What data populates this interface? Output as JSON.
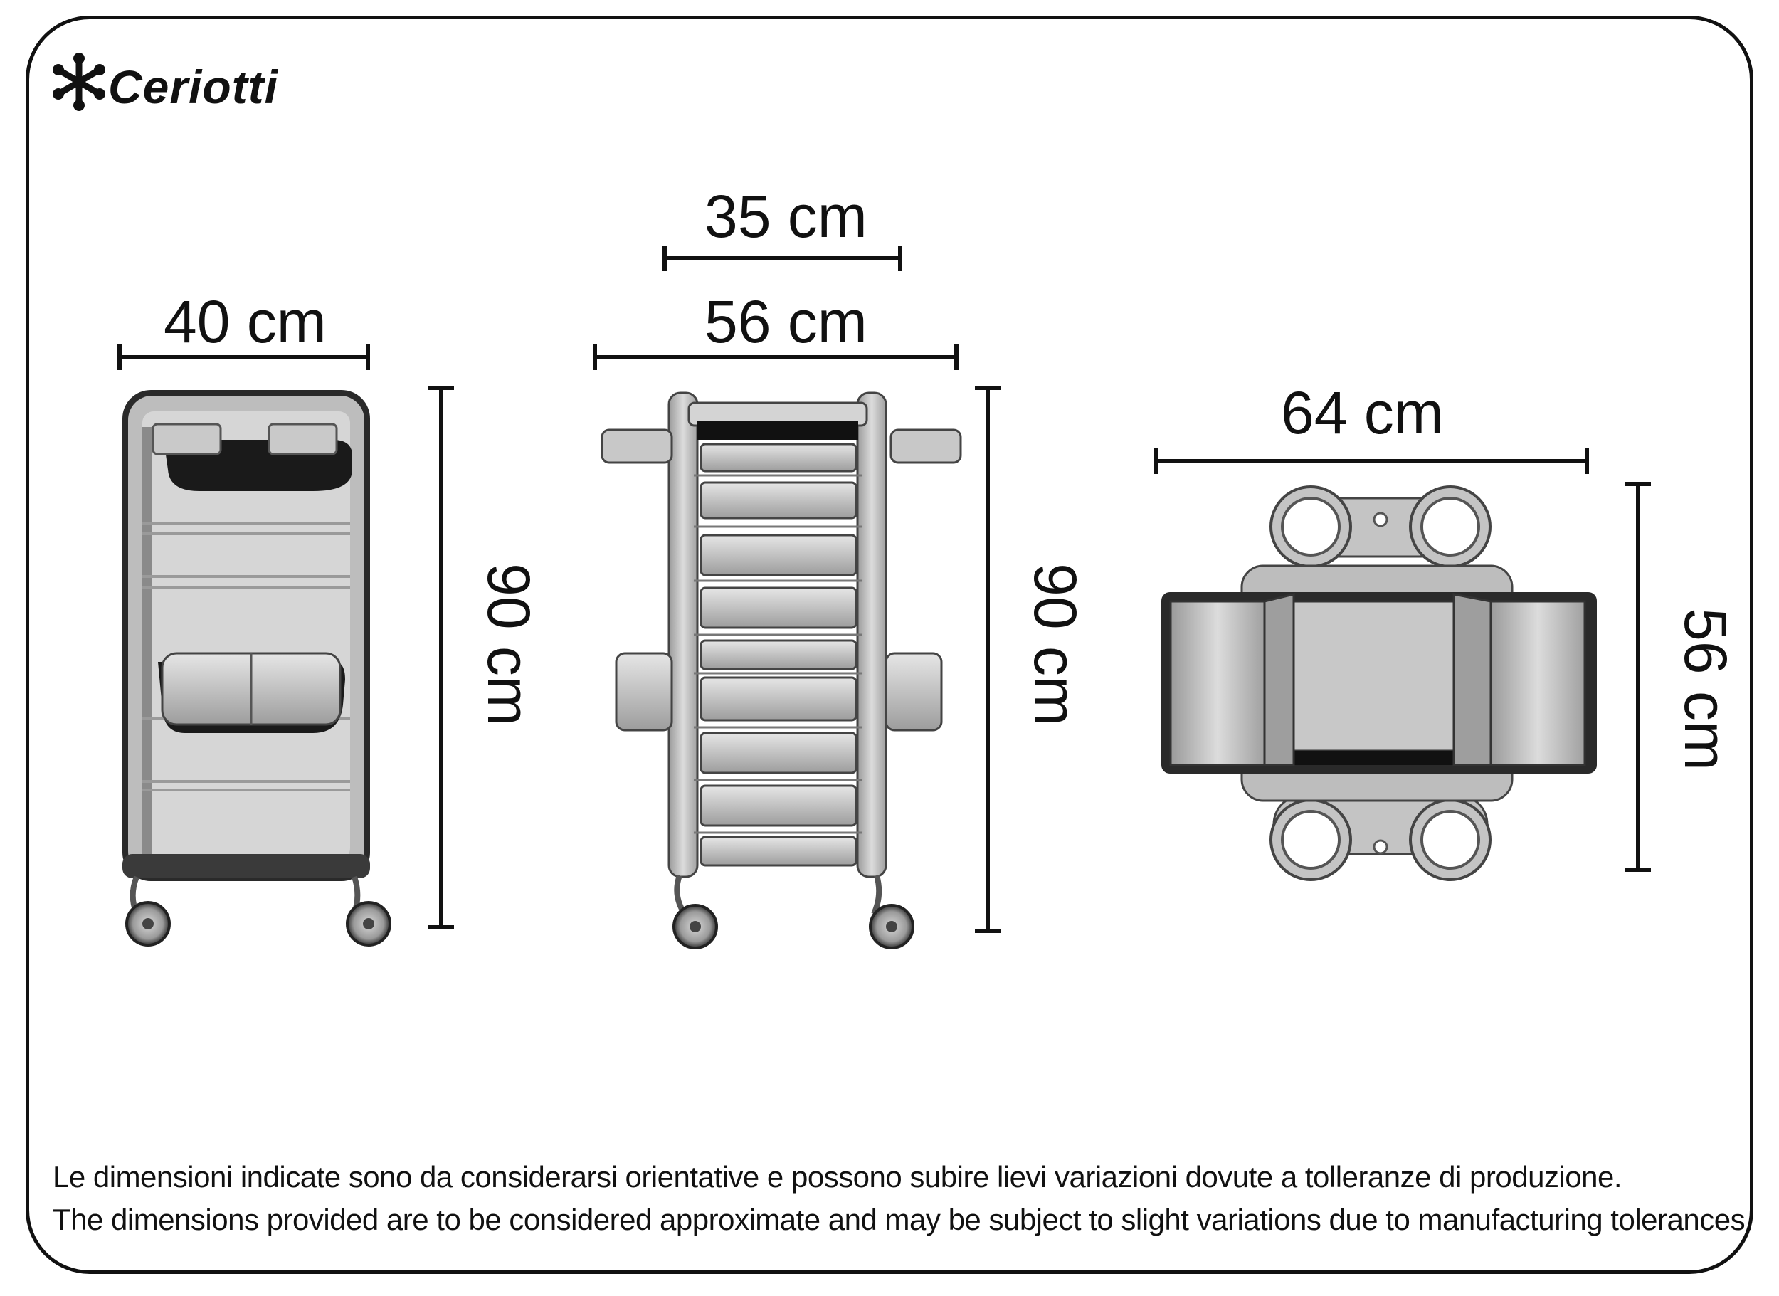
{
  "brand": {
    "name": "Ceriotti",
    "logo_icon": "ceriotti-snowflake-logo-icon"
  },
  "dimensions": {
    "front_width": "40 cm",
    "front_height": "90 cm",
    "side_top_width": "35 cm",
    "side_width": "56 cm",
    "side_height": "90 cm",
    "top_width": "64 cm",
    "top_depth": "56 cm"
  },
  "notes": {
    "italian": "Le dimensioni indicate sono da considerarsi orientative e possono subire lievi variazioni dovute a tolleranze di produzione.",
    "english": "The dimensions provided are to be considered approximate and may be subject to slight variations due to manufacturing tolerances."
  },
  "colors": {
    "line": "#111111",
    "body": "#cfcfcf",
    "shade": "#8a8a8a",
    "dark": "#1a1a1a"
  }
}
